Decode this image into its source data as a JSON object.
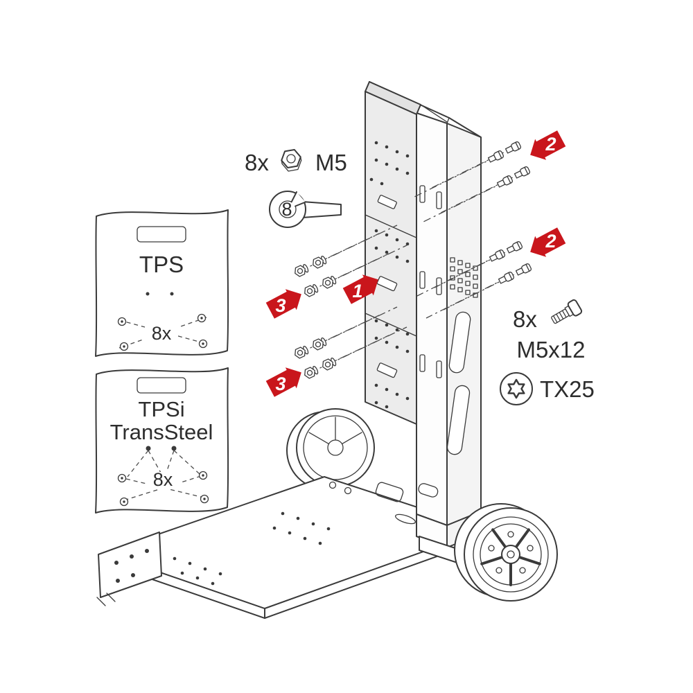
{
  "colors": {
    "line": "#3a3a3a",
    "accent_red": "#c9161c",
    "plate_fill": "#ececec",
    "background": "#ffffff"
  },
  "steps": {
    "one": "1",
    "two_top": "2",
    "two_mid": "2",
    "three_mid": "3",
    "three_low": "3"
  },
  "hardware": {
    "nut": {
      "qty": "8x",
      "size": "M5"
    },
    "wrench_size": "8",
    "screw": {
      "qty": "8x",
      "size": "M5x12",
      "drive": "TX25"
    }
  },
  "panels": {
    "tps": {
      "label": "TPS",
      "hole_count": "8x"
    },
    "tpsi": {
      "label_line1": "TPSi",
      "label_line2": "TransSteel",
      "hole_count": "8x"
    }
  },
  "icons": {
    "nut_icon": "hex-nut",
    "wrench_icon": "open-end-wrench",
    "screw_icon": "pan-head-screw",
    "torx_icon": "torx-tx25"
  }
}
